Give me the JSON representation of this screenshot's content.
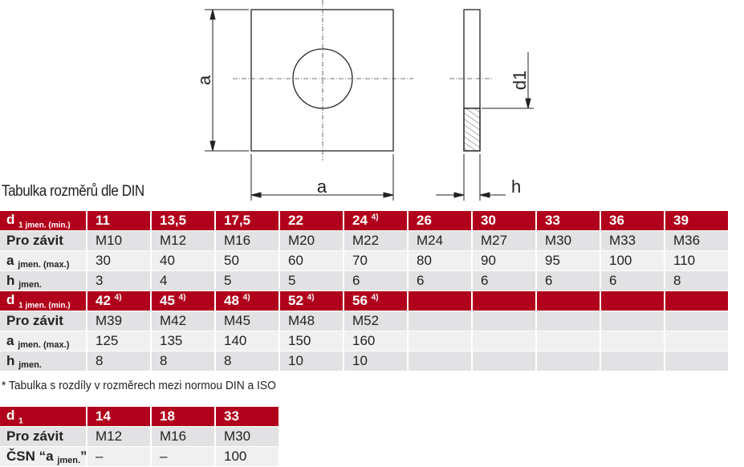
{
  "drawing": {
    "dim_a_left": "a",
    "dim_a_bottom": "a",
    "dim_d1": "d1",
    "dim_h": "h"
  },
  "title": "Tabulka rozměrů dle DIN",
  "table1": {
    "labels": {
      "d1": "d",
      "d1_sub": "1 jmen. (min.)",
      "thread": "Pro závit",
      "a": "a",
      "a_sub": "jmen. (max.)",
      "h": "h",
      "h_sub": "jmen."
    },
    "block1": {
      "d1": [
        "11",
        "13,5",
        "17,5",
        "22",
        "24",
        "26",
        "30",
        "33",
        "36",
        "39"
      ],
      "d1_notes": [
        "",
        "",
        "",
        "",
        "4)",
        "",
        "",
        "",
        "",
        ""
      ],
      "thread": [
        "M10",
        "M12",
        "M16",
        "M20",
        "M22",
        "M24",
        "M27",
        "M30",
        "M33",
        "M36"
      ],
      "a": [
        "30",
        "40",
        "50",
        "60",
        "70",
        "80",
        "90",
        "95",
        "100",
        "110"
      ],
      "h": [
        "3",
        "4",
        "5",
        "5",
        "6",
        "6",
        "6",
        "6",
        "6",
        "8"
      ]
    },
    "block2": {
      "d1": [
        "42",
        "45",
        "48",
        "52",
        "56",
        "",
        "",
        "",
        "",
        ""
      ],
      "d1_notes": [
        "4)",
        "4)",
        "4)",
        "4)",
        "4)",
        "",
        "",
        "",
        "",
        ""
      ],
      "thread": [
        "M39",
        "M42",
        "M45",
        "M48",
        "M52",
        "",
        "",
        "",
        "",
        ""
      ],
      "a": [
        "125",
        "135",
        "140",
        "150",
        "160",
        "",
        "",
        "",
        "",
        ""
      ],
      "h": [
        "8",
        "8",
        "8",
        "10",
        "10",
        "",
        "",
        "",
        "",
        ""
      ]
    }
  },
  "note": "* Tabulka s rozdíly v rozměrech mezi normou DIN a ISO",
  "table2": {
    "labels": {
      "d1": "d",
      "d1_sub": "1",
      "thread": "Pro závit",
      "csn": "ČSN “a",
      "csn_sub": "jmen.",
      "csn_end": "”"
    },
    "d1": [
      "14",
      "18",
      "33"
    ],
    "thread": [
      "M12",
      "M16",
      "M30"
    ],
    "csn": [
      "–",
      "–",
      "100"
    ]
  },
  "colors": {
    "header": "#b1001b",
    "row_dark": "#e2e2e4",
    "row_light": "#f0f0f1"
  }
}
